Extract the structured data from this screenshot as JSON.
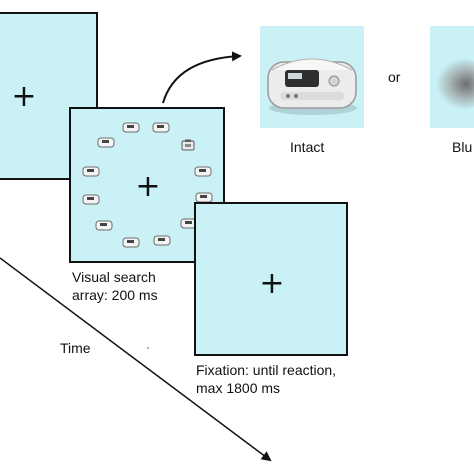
{
  "panels": {
    "previous": {
      "fixation_symbol": "+"
    },
    "search": {
      "fixation_symbol": "+",
      "caption_line1": "Visual search",
      "caption_line2": "array: 200 ms"
    },
    "fixation": {
      "fixation_symbol": "+",
      "caption_line1": "Fixation: until reaction,",
      "caption_line2": "max 1800 ms"
    }
  },
  "timeline": {
    "label": "Time"
  },
  "stimulus_examples": {
    "intact_label": "Intact",
    "connector": "or",
    "blurred_label": "Blu"
  },
  "colors": {
    "panel_background": "#c9f1f6",
    "outline": "#111111"
  },
  "icons": {
    "search_items": "portable-cd-player-icon",
    "odd_item": "device-icon"
  }
}
